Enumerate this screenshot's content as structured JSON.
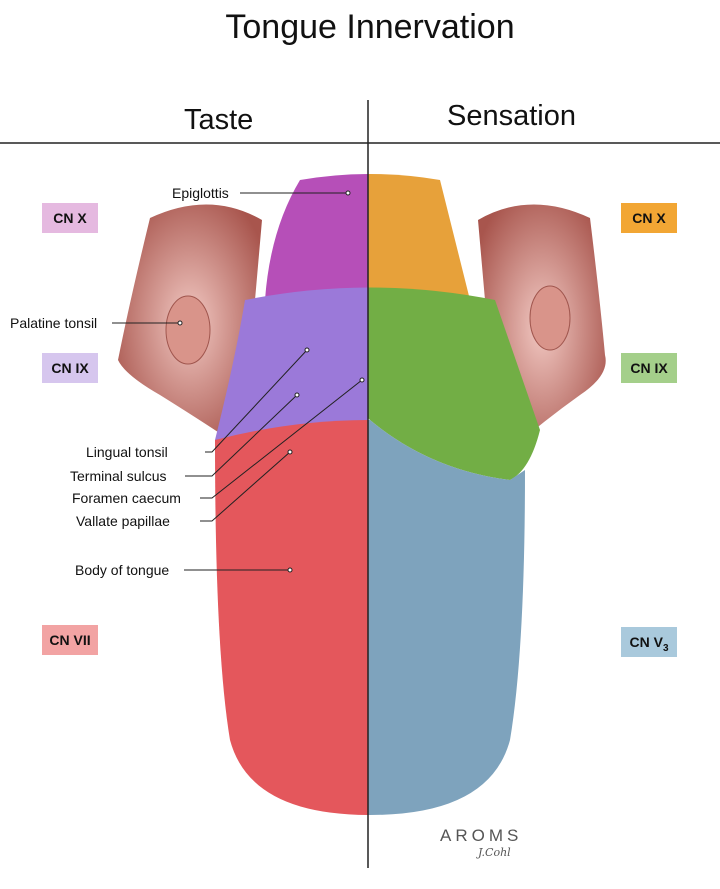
{
  "title": "Tongue Innervation",
  "columns": {
    "left": "Taste",
    "right": "Sensation"
  },
  "nerve_boxes": {
    "left": [
      {
        "label": "CN X",
        "color": "#e5b9e0"
      },
      {
        "label": "CN IX",
        "color": "#d6c6ee"
      },
      {
        "label": "CN VII",
        "color": "#f2a3a3"
      }
    ],
    "right": [
      {
        "label": "CN X",
        "color": "#f2a634"
      },
      {
        "label": "CN IX",
        "color": "#a4cf8a"
      },
      {
        "label": "CN V",
        "sub": "3",
        "color": "#a9c9dc"
      }
    ]
  },
  "structures": {
    "epiglottis": "Epiglottis",
    "palatine_tonsil": "Palatine tonsil",
    "lingual_tonsil": "Lingual tonsil",
    "terminal_sulcus": "Terminal sulcus",
    "foramen_caecum": "Foramen caecum",
    "vallate_papillae": "Vallate papillae",
    "body": "Body of tongue"
  },
  "logo": {
    "text": "AROMS",
    "signature": "J.Cohl"
  }
}
